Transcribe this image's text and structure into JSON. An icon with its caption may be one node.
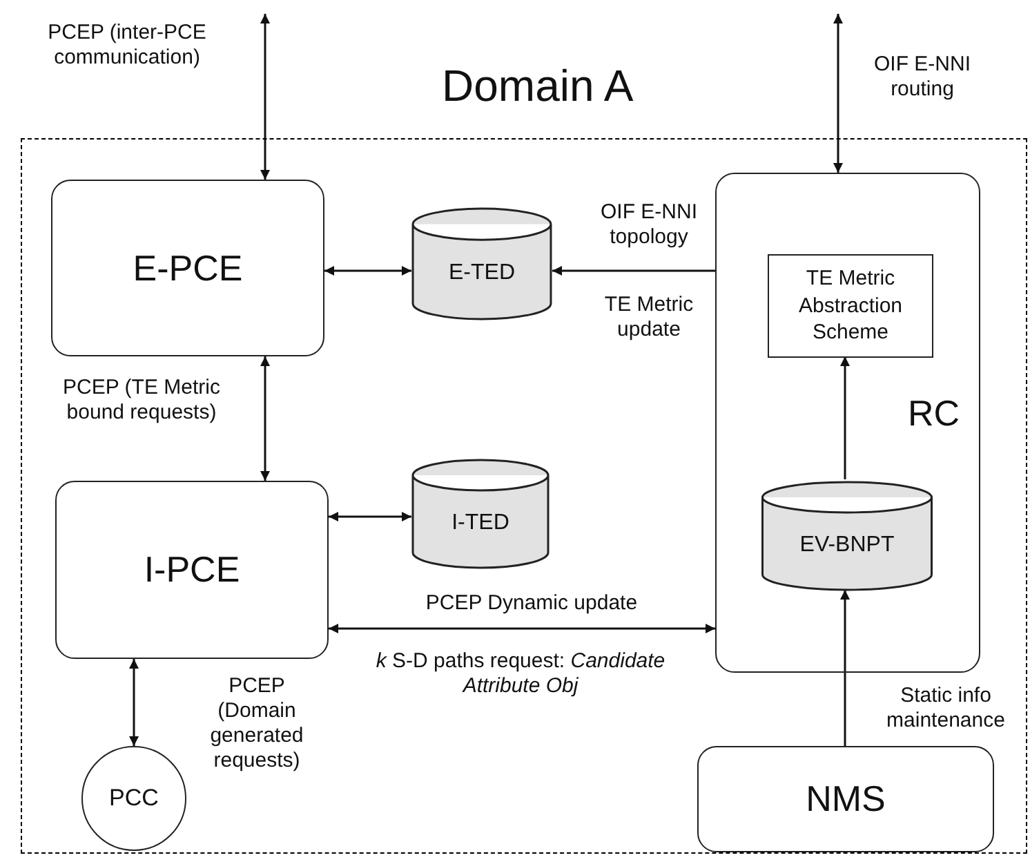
{
  "diagram": {
    "nodes": [
      {
        "text": [
          "Domain A"
        ]
      },
      {
        "text": [
          "E-PCE"
        ],
        "in": 0
      },
      {
        "text": [
          "E-TED"
        ],
        "in": 0
      },
      {
        "text": [
          "RC"
        ],
        "in": 0
      },
      {
        "text": [
          "TE Metric Abstraction Scheme"
        ],
        "in": 3
      },
      {
        "text": [
          "I-PCE"
        ],
        "in": 0
      },
      {
        "text": [
          "I-TED"
        ],
        "in": 0
      },
      {
        "text": [
          "EV-BNPT"
        ],
        "in": 3
      },
      {
        "text": [
          "PCC"
        ],
        "in": 0
      },
      {
        "text": [
          "NMS"
        ],
        "in": 0
      }
    ],
    "edges": [
      {
        "from": null,
        "to": 1,
        "arrow": "both",
        "label": "PCEP (inter-PCE communication)"
      },
      {
        "from": null,
        "to": 3,
        "arrow": "both",
        "label": "OIF E-NNI routing"
      },
      {
        "from": 1,
        "to": 2,
        "arrow": "both"
      },
      {
        "from": 3,
        "to": 2,
        "arrow": "to",
        "label": "OIF E-NNI topology"
      },
      {
        "from": 1,
        "to": 5,
        "arrow": "both",
        "label": "PCEP (TE Metric bound requests)"
      },
      {
        "from": 5,
        "to": 6,
        "arrow": "both"
      },
      {
        "from": 5,
        "to": 3,
        "arrow": "both",
        "label": "PCEP Dynamic update"
      },
      {
        "from": 5,
        "to": 8,
        "arrow": "both",
        "label": "PCEP (Domain generated requests)"
      },
      {
        "from": 7,
        "to": 4,
        "arrow": "to"
      },
      {
        "from": 9,
        "to": 7,
        "arrow": "to",
        "label": "Static info maintenance"
      }
    ],
    "labels": [
      "TE Metric update",
      "*k* S-D paths request: *Candidate Attribute Obj*"
    ]
  }
}
